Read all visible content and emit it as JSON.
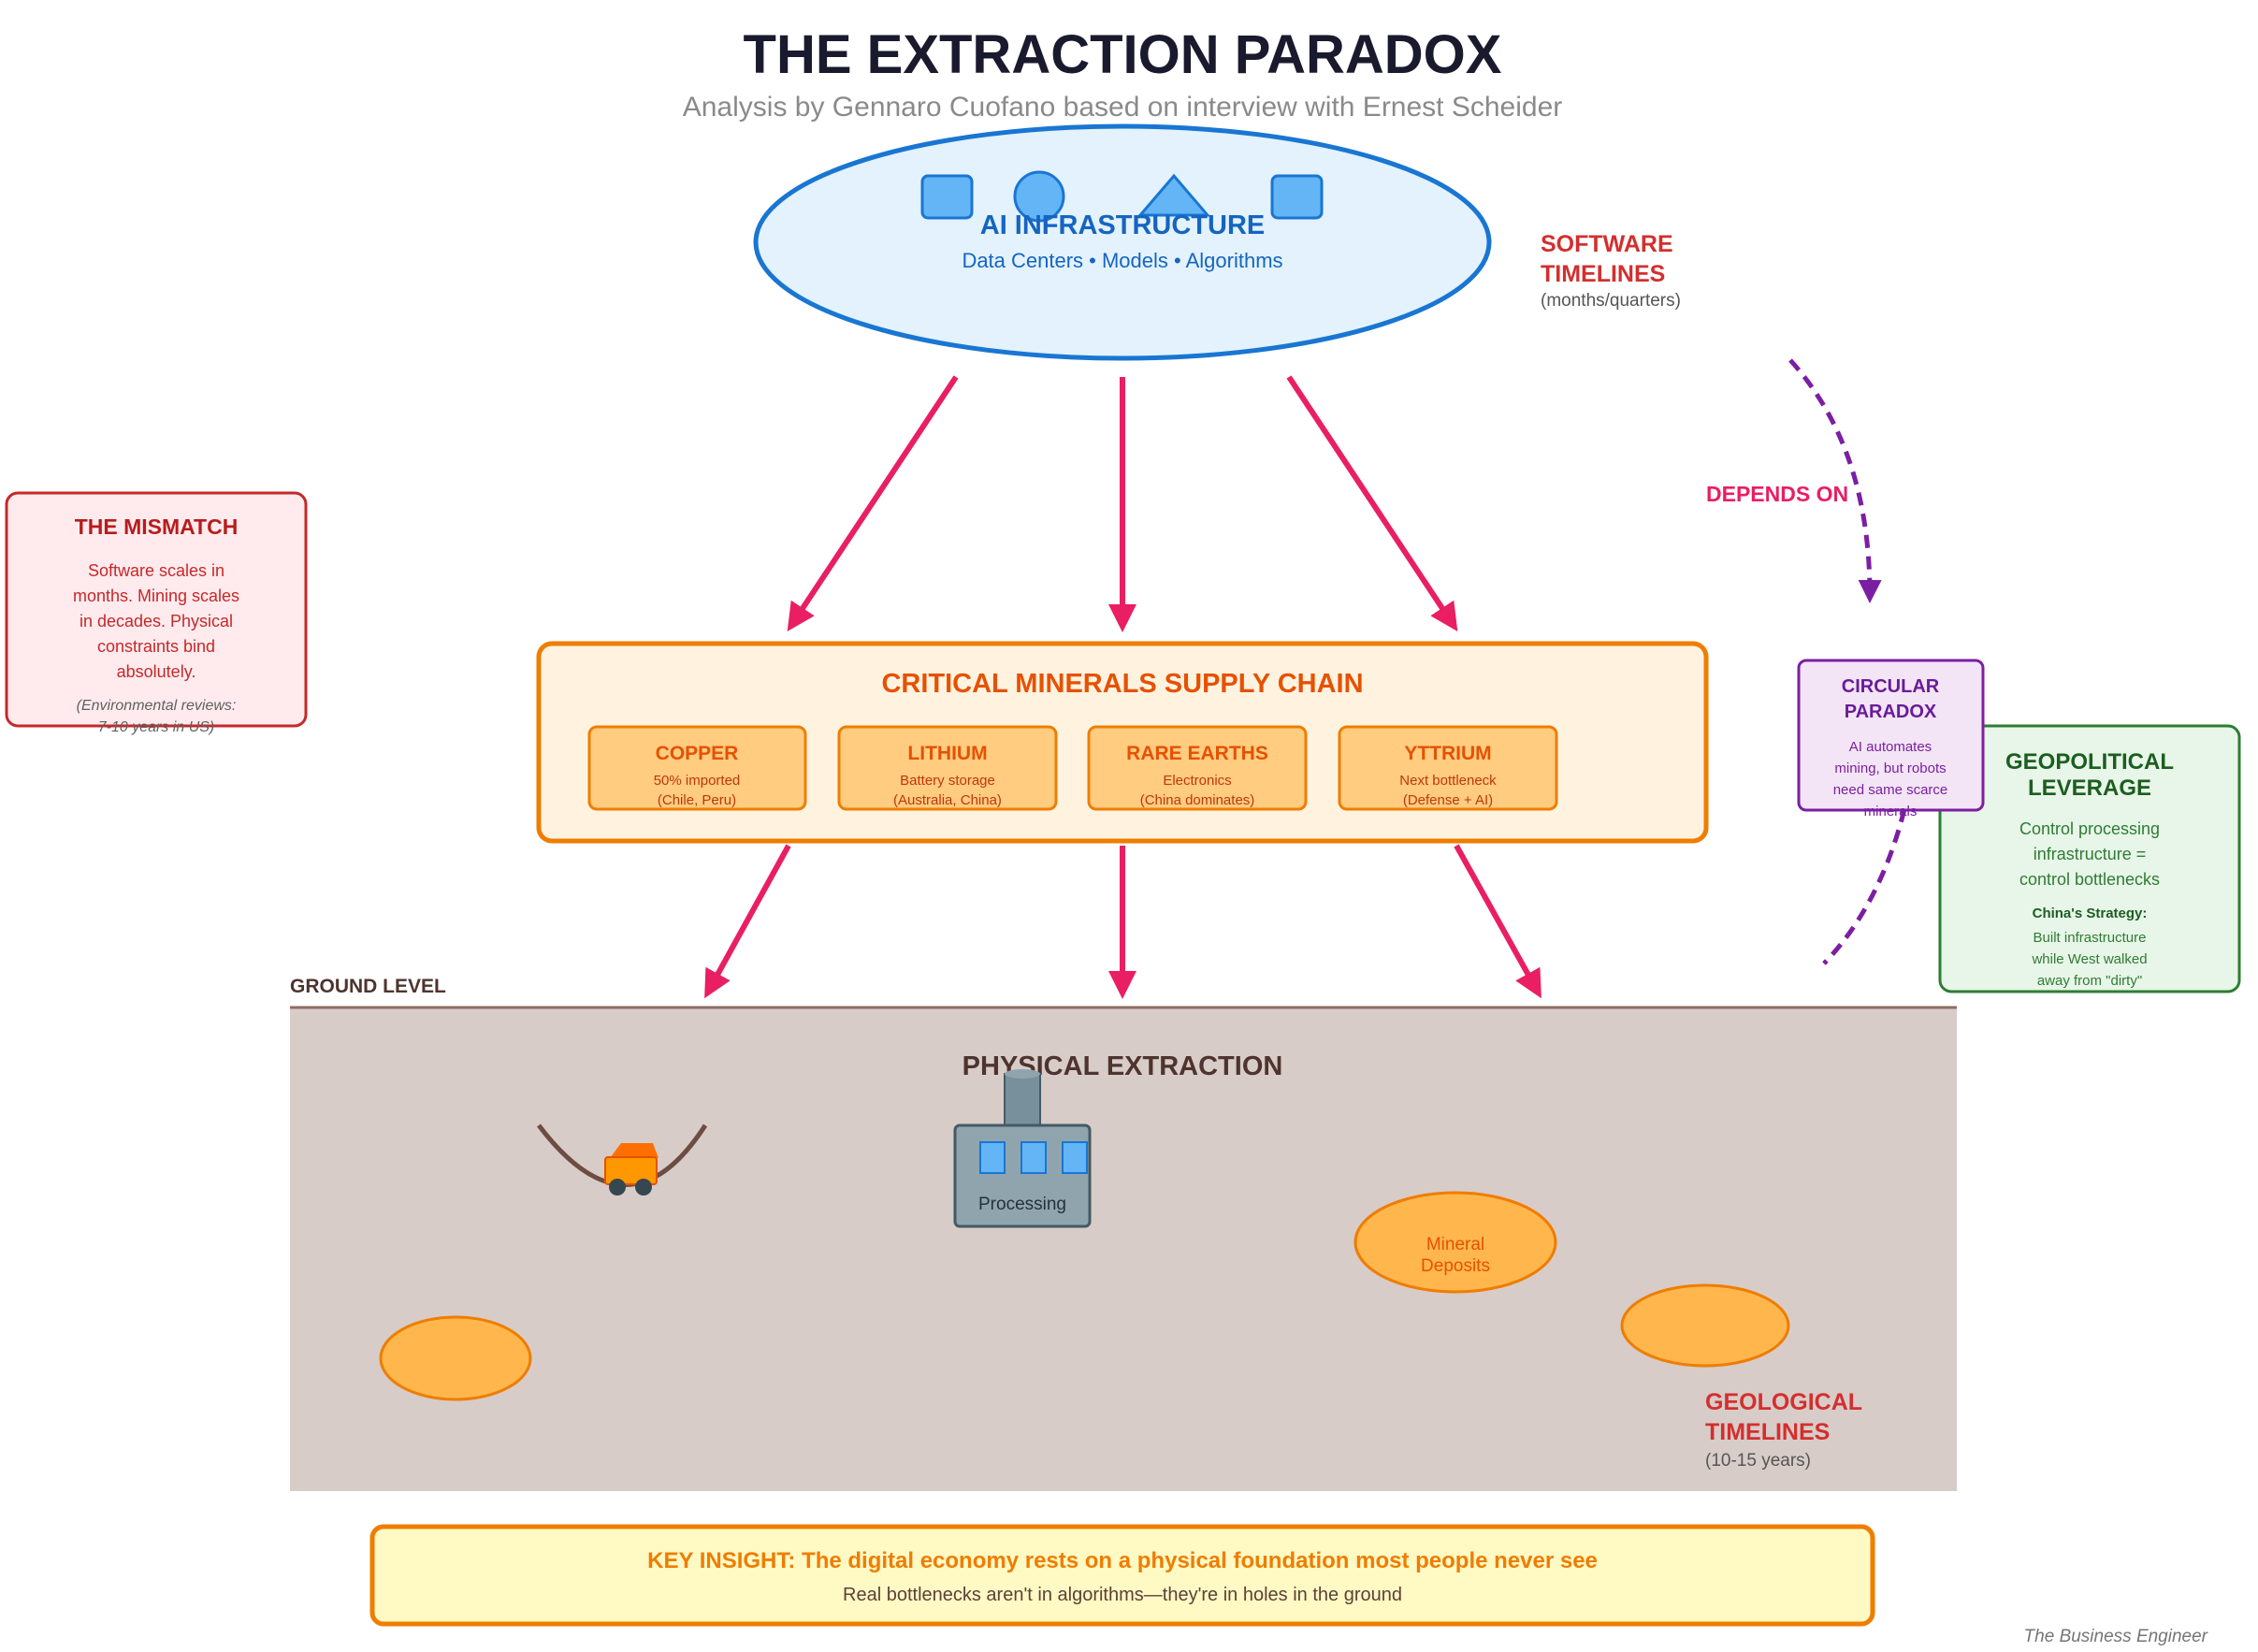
{
  "header": {
    "title": "THE EXTRACTION PARADOX",
    "subtitle": "Analysis by Gennaro Cuofano based on interview with Ernest Scheider"
  },
  "ai_infrastructure": {
    "title": "AI INFRASTRUCTURE",
    "subtitle": "Data Centers • Models • Algorithms"
  },
  "software_timelines": {
    "line1": "SOFTWARE",
    "line2": "TIMELINES",
    "note": "(months/quarters)"
  },
  "mismatch": {
    "title": "THE MISMATCH",
    "lines": [
      "Software scales in",
      "months. Mining scales",
      "in decades. Physical",
      "constraints bind",
      "absolutely."
    ],
    "note_lines": [
      "(Environmental reviews:",
      "7-10 years in US)"
    ]
  },
  "depends_on": "DEPENDS ON",
  "supply_chain": {
    "title": "CRITICAL MINERALS SUPPLY CHAIN",
    "minerals": [
      {
        "name": "COPPER",
        "line1": "50% imported",
        "line2": "(Chile, Peru)"
      },
      {
        "name": "LITHIUM",
        "line1": "Battery storage",
        "line2": "(Australia, China)"
      },
      {
        "name": "RARE EARTHS",
        "line1": "Electronics",
        "line2": "(China dominates)"
      },
      {
        "name": "YTTRIUM",
        "line1": "Next bottleneck",
        "line2": "(Defense + AI)"
      }
    ]
  },
  "circular_paradox": {
    "title_lines": [
      "CIRCULAR",
      "PARADOX"
    ],
    "lines": [
      "AI automates",
      "mining, but robots",
      "need same scarce",
      "minerals"
    ]
  },
  "geopolitical": {
    "title_lines": [
      "GEOPOLITICAL",
      "LEVERAGE"
    ],
    "lines": [
      "Control processing",
      "infrastructure =",
      "control bottlenecks"
    ],
    "strategy_title": "China's Strategy:",
    "strategy_lines": [
      "Built infrastructure",
      "while West walked",
      "away from \"dirty\""
    ]
  },
  "ground_level": "GROUND LEVEL",
  "extraction": {
    "title": "PHYSICAL EXTRACTION",
    "processing": "Processing",
    "deposits_lines": [
      "Mineral",
      "Deposits"
    ]
  },
  "geological_timelines": {
    "line1": "GEOLOGICAL",
    "line2": "TIMELINES",
    "note": "(10-15 years)"
  },
  "key_insight": {
    "title": "KEY INSIGHT: The digital economy rests on a physical foundation most people never see",
    "subtitle": "Real bottlenecks aren't in algorithms—they're in holes in the ground"
  },
  "footer": "The Business Engineer",
  "colors": {
    "pink": "#e91e63",
    "purple": "#7b1fa2",
    "orange": "#ef7d00",
    "blue": "#1565c0",
    "red": "#c62828",
    "green": "#2e7d32",
    "ground": "#d7ccc8"
  }
}
